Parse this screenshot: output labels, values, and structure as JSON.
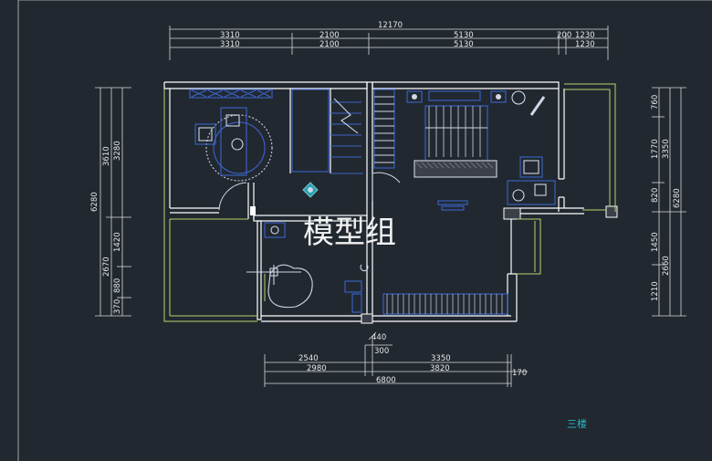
{
  "colors": {
    "background": "#212830",
    "dimension_line": "#d9d9d9",
    "wall": "#ffffff",
    "furniture": "#3a64c9",
    "green_line": "#b7d36b",
    "label": "#27b6c4"
  },
  "dimensions": {
    "top_total": "12170",
    "top_row1": [
      "3310",
      "2100",
      "5130",
      "200",
      "1230"
    ],
    "top_row2": [
      "3310",
      "2100",
      "5130",
      "1230"
    ],
    "left_outer_total": "6280",
    "left_outer": [
      "3610",
      "2670"
    ],
    "left_inner": [
      "3280",
      "1420",
      "880",
      "370"
    ],
    "right_outer_total": "6280",
    "right_mid": [
      "3350",
      "2660"
    ],
    "right_inner": [
      "760",
      "1770",
      "820",
      "1450",
      "1210"
    ],
    "bottom_small_top": "440",
    "bottom_small": "300",
    "bottom_row1": [
      "2540",
      "3350"
    ],
    "bottom_row2": [
      "2980",
      "3820",
      "170"
    ],
    "bottom_total": "6800"
  },
  "watermark": "模型组",
  "floor_label": "三楼"
}
